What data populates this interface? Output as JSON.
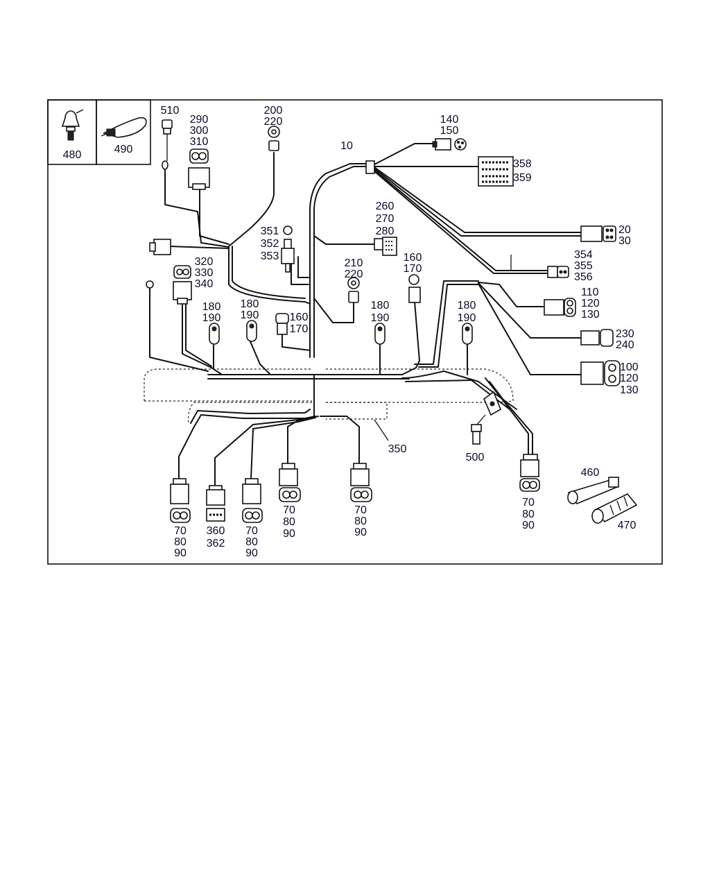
{
  "legend": {
    "clip_label": "480",
    "tie_label": "490"
  },
  "labels": {
    "p510": "510",
    "p290": [
      "290",
      "300",
      "310"
    ],
    "p200": [
      "200",
      "220"
    ],
    "p10": "10",
    "p140": [
      "140",
      "150"
    ],
    "p358": [
      "358",
      "359"
    ],
    "p260": [
      "260",
      "270",
      "280"
    ],
    "p351": [
      "351",
      "352",
      "353"
    ],
    "p20": [
      "20",
      "30"
    ],
    "p354": [
      "354",
      "355",
      "356"
    ],
    "p320": [
      "320",
      "330",
      "340"
    ],
    "p210": [
      "210",
      "220"
    ],
    "p160a": [
      "160",
      "170"
    ],
    "p160b": [
      "160",
      "170"
    ],
    "p110": [
      "110",
      "120",
      "130"
    ],
    "p180a": [
      "180",
      "190"
    ],
    "p180b": [
      "180",
      "190"
    ],
    "p180c": [
      "180",
      "190"
    ],
    "p180d": [
      "180",
      "190"
    ],
    "p230": [
      "230",
      "240"
    ],
    "p100": [
      "100",
      "120",
      "130"
    ],
    "p350": "350",
    "p500": "500",
    "p460": "460",
    "p470": "470",
    "p360": [
      "360",
      "362"
    ],
    "p70a": [
      "70",
      "80",
      "90"
    ],
    "p70b": [
      "70",
      "80",
      "90"
    ],
    "p70c": [
      "70",
      "80",
      "90"
    ],
    "p70d": [
      "70",
      "80",
      "90"
    ],
    "p70e": [
      "70",
      "80",
      "90"
    ]
  }
}
